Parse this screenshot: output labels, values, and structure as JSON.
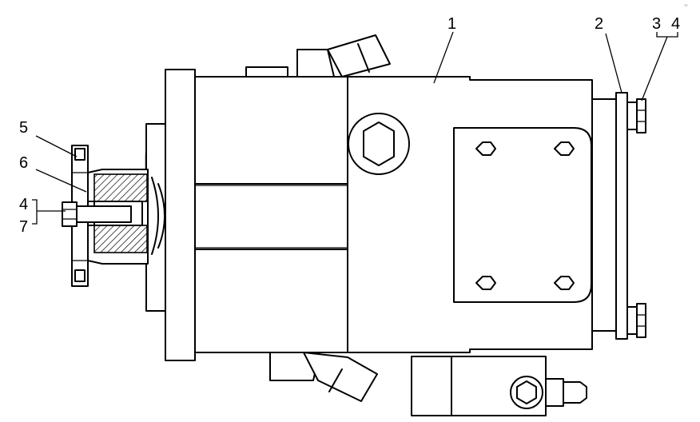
{
  "callouts": [
    {
      "id": "c1",
      "label": "1"
    },
    {
      "id": "c2",
      "label": "2"
    },
    {
      "id": "c3",
      "label": "3"
    },
    {
      "id": "c4a",
      "label": "4"
    },
    {
      "id": "c4b",
      "label": "4"
    },
    {
      "id": "c5",
      "label": "5"
    },
    {
      "id": "c6",
      "label": "6"
    },
    {
      "id": "c7",
      "label": "7"
    }
  ],
  "watermark": {
    "tm": "TM"
  },
  "corner_mark": "ꟹ"
}
